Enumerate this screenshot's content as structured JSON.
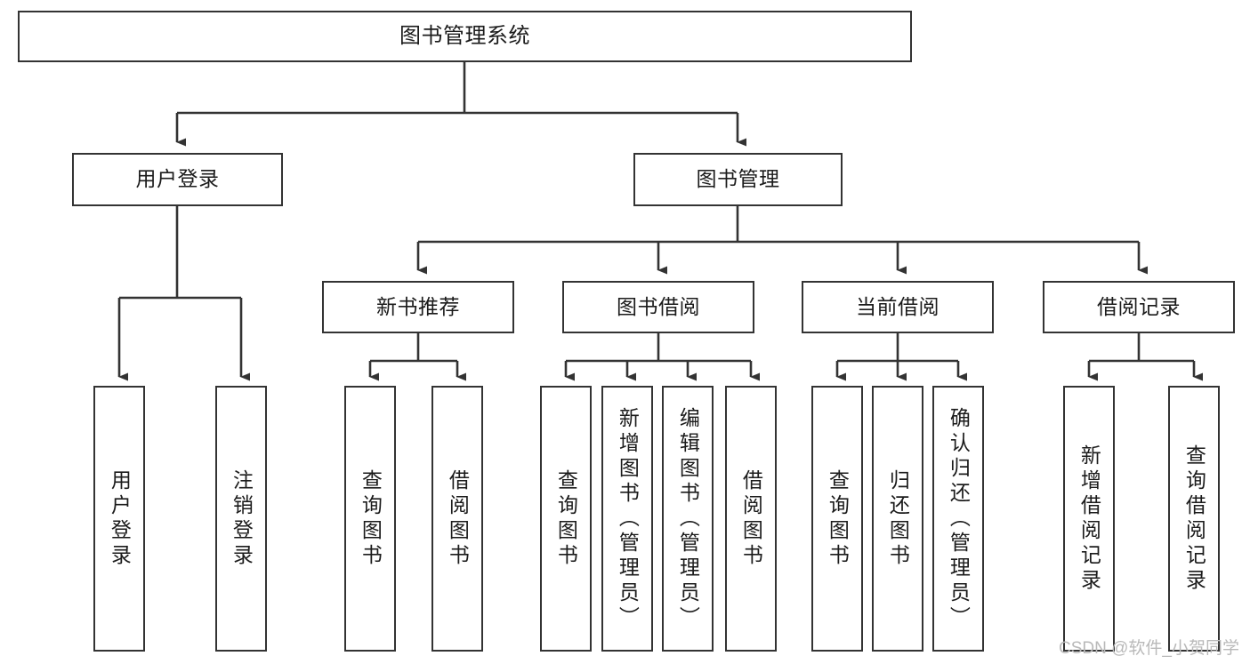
{
  "diagram": {
    "title": "图书管理系统",
    "type": "tree-hierarchy-chart",
    "watermark": "CSDN @软件_小贺同学",
    "colors": {
      "box_stroke": "#333333",
      "box_fill": "#ffffff",
      "edge_stroke": "#333333",
      "text": "#1b1b1b",
      "watermark": "#b9b9b9",
      "background": "#ffffff"
    },
    "root": {
      "id": "root",
      "label": "图书管理系统"
    },
    "level2": [
      {
        "id": "user-login",
        "label": "用户登录"
      },
      {
        "id": "book-manage",
        "label": "图书管理"
      }
    ],
    "level3": [
      {
        "id": "new-book-recommend",
        "label": "新书推荐",
        "parent": "book-manage"
      },
      {
        "id": "book-borrow",
        "label": "图书借阅",
        "parent": "book-manage"
      },
      {
        "id": "current-borrow",
        "label": "当前借阅",
        "parent": "book-manage"
      },
      {
        "id": "borrow-record",
        "label": "借阅记录",
        "parent": "book-manage"
      }
    ],
    "leaves": [
      {
        "id": "leaf-user-login",
        "label": "用户登录",
        "parent": "user-login"
      },
      {
        "id": "leaf-user-logout",
        "label": "注销登录",
        "parent": "user-login"
      },
      {
        "id": "leaf-query-book-1",
        "label": "查询图书",
        "parent": "new-book-recommend"
      },
      {
        "id": "leaf-borrow-book-1",
        "label": "借阅图书",
        "parent": "new-book-recommend"
      },
      {
        "id": "leaf-query-book-2",
        "label": "查询图书",
        "parent": "book-borrow"
      },
      {
        "id": "leaf-add-book",
        "label": "新增图书（管理员）",
        "parent": "book-borrow"
      },
      {
        "id": "leaf-edit-book",
        "label": "编辑图书（管理员）",
        "parent": "book-borrow"
      },
      {
        "id": "leaf-borrow-book-2",
        "label": "借阅图书",
        "parent": "book-borrow"
      },
      {
        "id": "leaf-query-book-3",
        "label": "查询图书",
        "parent": "current-borrow"
      },
      {
        "id": "leaf-return-book",
        "label": "归还图书",
        "parent": "current-borrow"
      },
      {
        "id": "leaf-confirm-return",
        "label": "确认归还（管理员）",
        "parent": "current-borrow"
      },
      {
        "id": "leaf-add-record",
        "label": "新增借阅记录",
        "parent": "borrow-record"
      },
      {
        "id": "leaf-query-record",
        "label": "查询借阅记录",
        "parent": "borrow-record"
      }
    ]
  }
}
